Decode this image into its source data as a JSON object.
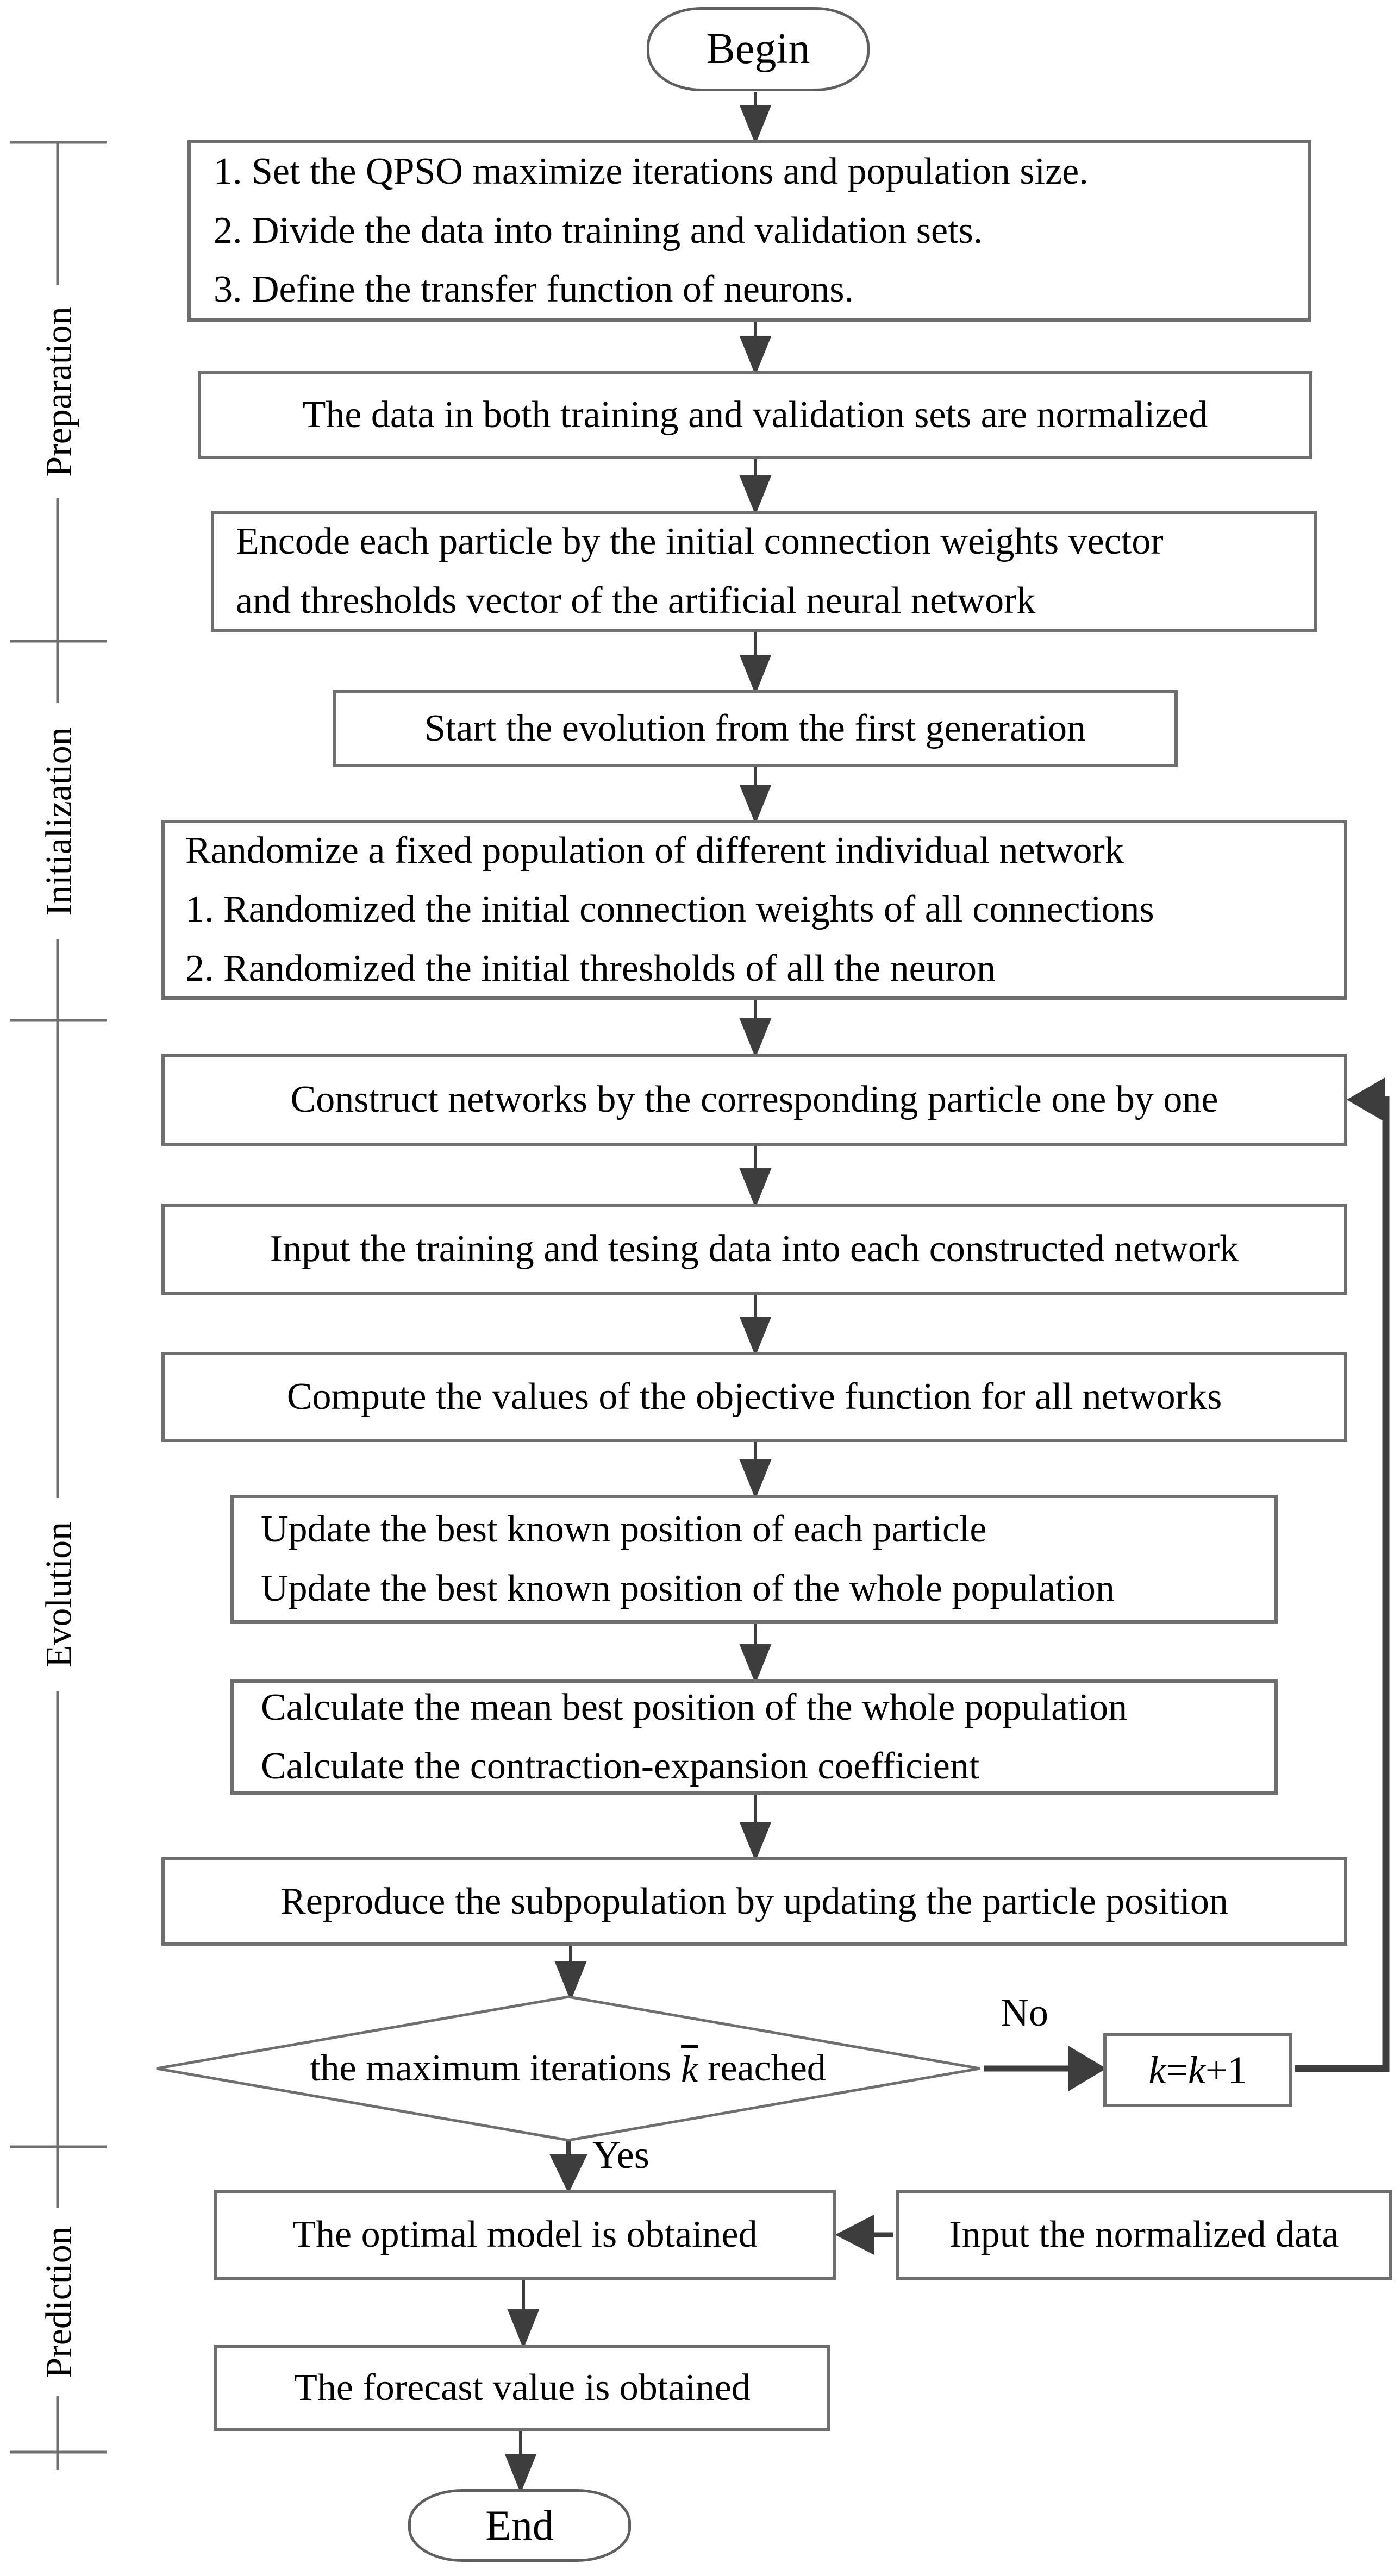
{
  "flowchart": {
    "terminals": {
      "begin": "Begin",
      "end": "End"
    },
    "phases": [
      {
        "label": "Preparation"
      },
      {
        "label": "Initialization"
      },
      {
        "label": "Evolution"
      },
      {
        "label": "Prediction"
      }
    ],
    "steps": {
      "setup": {
        "lines": [
          "1. Set the QPSO maximize iterations and population size.",
          "2. Divide the data into training and validation sets.",
          "3. Define the transfer function of neurons."
        ]
      },
      "normalize": {
        "lines": [
          "The data in both training and validation sets are normalized"
        ]
      },
      "encode": {
        "lines": [
          "Encode each particle by the initial connection weights vector",
          "and thresholds vector of the artificial neural network"
        ]
      },
      "start_evolution": {
        "lines": [
          "Start the evolution from the first generation"
        ]
      },
      "randomize": {
        "lines": [
          "Randomize a fixed population of different individual network",
          "1. Randomized the initial connection weights of all connections",
          "2. Randomized the initial thresholds of all the neuron"
        ]
      },
      "construct": {
        "lines": [
          "Construct networks by the corresponding particle one by one"
        ]
      },
      "input_training": {
        "lines": [
          "Input the training and tesing data into each constructed network"
        ]
      },
      "compute": {
        "lines": [
          "Compute the values of the objective function for all networks"
        ]
      },
      "update_best": {
        "lines": [
          "Update the best known position of each particle",
          "Update the best known position of the whole population"
        ]
      },
      "calculate": {
        "lines": [
          "Calculate the mean best position of the whole population",
          "Calculate the contraction-expansion coefficient"
        ]
      },
      "reproduce": {
        "lines": [
          "Reproduce the subpopulation by updating the particle position"
        ]
      },
      "optimal": {
        "lines": [
          "The optimal model is obtained"
        ]
      },
      "input_normalized": {
        "lines": [
          "Input the normalized data"
        ]
      },
      "forecast": {
        "lines": [
          "The forecast value is obtained"
        ]
      }
    },
    "decision": {
      "prefix": "the maximum iterations",
      "iteration_symbol": "k",
      "suffix": "reached"
    },
    "edge_labels": {
      "no": "No",
      "yes": "Yes"
    },
    "counter": {
      "k1": "k",
      "eq": "=",
      "k2": "k",
      "plus_one": "+1"
    },
    "colors": {
      "background": "#ffffff",
      "box_border": "#6e6e6e",
      "connector": "#3d3d3d",
      "text": "#000000"
    }
  }
}
